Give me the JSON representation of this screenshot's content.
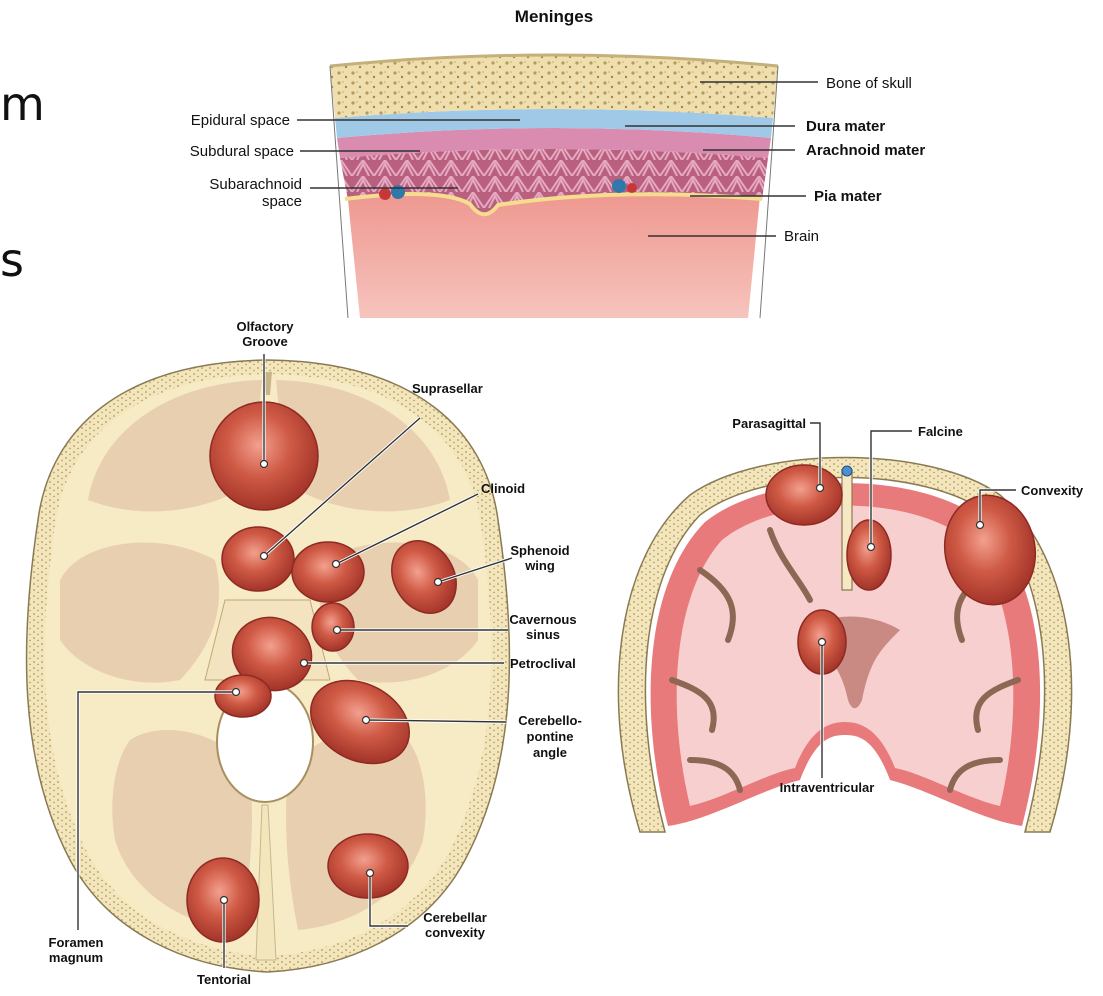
{
  "slide_fragments": {
    "line1": "m",
    "line2": "s"
  },
  "meninges": {
    "title": "Meninges",
    "labels": {
      "bone_of_skull": "Bone of skull",
      "epidural_space": "Epidural space",
      "dura_mater": "Dura mater",
      "subdural_space": "Subdural space",
      "arachnoid_mater": "Arachnoid mater",
      "subarachnoid_line1": "Subarachnoid",
      "subarachnoid_line2": "space",
      "pia_mater": "Pia mater",
      "brain": "Brain"
    }
  },
  "skull_base": {
    "labels": {
      "olfactory_line1": "Olfactory",
      "olfactory_line2": "Groove",
      "suprasellar": "Suprasellar",
      "clinoid": "Clinoid",
      "sphenoid_line1": "Sphenoid",
      "sphenoid_line2": "wing",
      "cavernous_line1": "Cavernous",
      "cavernous_line2": "sinus",
      "petroclival": "Petroclival",
      "cpa_line1": "Cerebello-",
      "cpa_line2": "pontine",
      "cpa_line3": "angle",
      "foramen_line1": "Foramen",
      "foramen_line2": "magnum",
      "tentorial": "Tentorial",
      "cerebellar_line1": "Cerebellar",
      "cerebellar_line2": "convexity"
    }
  },
  "coronal": {
    "labels": {
      "parasagittal": "Parasagittal",
      "falcine": "Falcine",
      "convexity": "Convexity",
      "intraventricular": "Intraventricular"
    }
  },
  "colors": {
    "bone": "#f5e8bf",
    "tumor": "#c0463a",
    "brain_pink": "#f7c9c9",
    "cortex_red": "#e9797a",
    "skull_base_tan": "#ead2b5"
  }
}
